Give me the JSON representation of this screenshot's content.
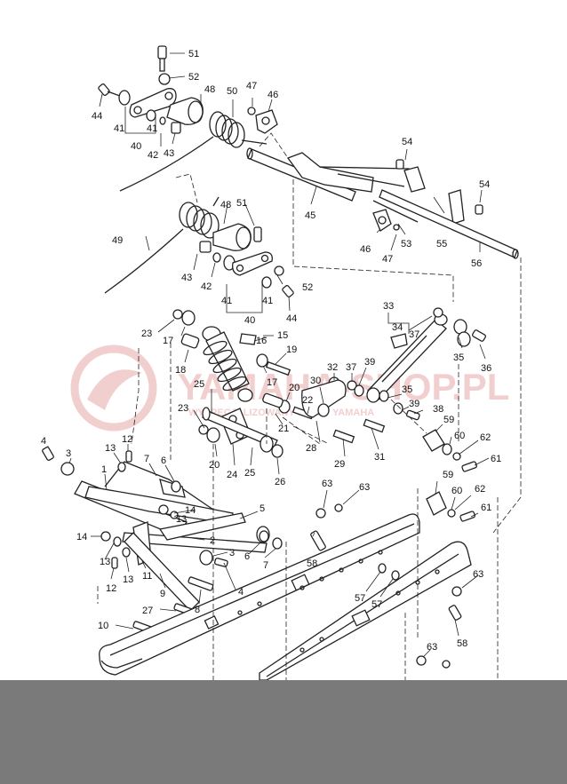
{
  "watermark": {
    "brand": "YAMAHA-SHOP.PL",
    "tagline": "WYSPECJALIZOWANY SKLEP YAMAHA",
    "color": "#e8a8a8"
  },
  "colors": {
    "line": "#222222",
    "bottom_bar": "#7a7a7a"
  },
  "callouts": [
    {
      "id": "51",
      "text": "51"
    },
    {
      "id": "52",
      "text": "52"
    },
    {
      "id": "44",
      "text": "44"
    },
    {
      "id": "41",
      "text": "41"
    },
    {
      "id": "48",
      "text": "48"
    },
    {
      "id": "50",
      "text": "50"
    },
    {
      "id": "47",
      "text": "47"
    },
    {
      "id": "46",
      "text": "46"
    },
    {
      "id": "40",
      "text": "40"
    },
    {
      "id": "41b",
      "text": "41"
    },
    {
      "id": "42",
      "text": "42"
    },
    {
      "id": "43",
      "text": "43"
    },
    {
      "id": "54",
      "text": "54"
    },
    {
      "id": "54b",
      "text": "54"
    },
    {
      "id": "45",
      "text": "45"
    },
    {
      "id": "46b",
      "text": "46"
    },
    {
      "id": "53",
      "text": "53"
    },
    {
      "id": "55",
      "text": "55"
    },
    {
      "id": "47b",
      "text": "47"
    },
    {
      "id": "56",
      "text": "56"
    },
    {
      "id": "48b",
      "text": "48"
    },
    {
      "id": "51b",
      "text": "51"
    },
    {
      "id": "49",
      "text": "49"
    },
    {
      "id": "43b",
      "text": "43"
    },
    {
      "id": "42b",
      "text": "42"
    },
    {
      "id": "52b",
      "text": "52"
    },
    {
      "id": "41c",
      "text": "41"
    },
    {
      "id": "41d",
      "text": "41"
    },
    {
      "id": "40b",
      "text": "40"
    },
    {
      "id": "44b",
      "text": "44"
    },
    {
      "id": "33",
      "text": "33"
    },
    {
      "id": "34",
      "text": "34"
    },
    {
      "id": "23",
      "text": "23"
    },
    {
      "id": "17",
      "text": "17"
    },
    {
      "id": "16",
      "text": "16"
    },
    {
      "id": "15",
      "text": "15"
    },
    {
      "id": "37",
      "text": "37"
    },
    {
      "id": "35",
      "text": "35"
    },
    {
      "id": "36",
      "text": "36"
    },
    {
      "id": "19",
      "text": "19"
    },
    {
      "id": "18",
      "text": "18"
    },
    {
      "id": "17b",
      "text": "17"
    },
    {
      "id": "32",
      "text": "32"
    },
    {
      "id": "37b",
      "text": "37"
    },
    {
      "id": "39",
      "text": "39"
    },
    {
      "id": "30",
      "text": "30"
    },
    {
      "id": "20",
      "text": "20"
    },
    {
      "id": "25",
      "text": "25"
    },
    {
      "id": "22",
      "text": "22"
    },
    {
      "id": "35b",
      "text": "35"
    },
    {
      "id": "39b",
      "text": "39"
    },
    {
      "id": "38",
      "text": "38"
    },
    {
      "id": "23b",
      "text": "23"
    },
    {
      "id": "21",
      "text": "21"
    },
    {
      "id": "59",
      "text": "59"
    },
    {
      "id": "28",
      "text": "28"
    },
    {
      "id": "31",
      "text": "31"
    },
    {
      "id": "60",
      "text": "60"
    },
    {
      "id": "62",
      "text": "62"
    },
    {
      "id": "20b",
      "text": "20"
    },
    {
      "id": "29",
      "text": "29"
    },
    {
      "id": "4",
      "text": "4"
    },
    {
      "id": "12",
      "text": "12"
    },
    {
      "id": "24",
      "text": "24"
    },
    {
      "id": "25b",
      "text": "25"
    },
    {
      "id": "26",
      "text": "26"
    },
    {
      "id": "61",
      "text": "61"
    },
    {
      "id": "3",
      "text": "3"
    },
    {
      "id": "13",
      "text": "13"
    },
    {
      "id": "7",
      "text": "7"
    },
    {
      "id": "6",
      "text": "6"
    },
    {
      "id": "63",
      "text": "63"
    },
    {
      "id": "63b",
      "text": "63"
    },
    {
      "id": "1",
      "text": "1"
    },
    {
      "id": "59b",
      "text": "59"
    },
    {
      "id": "60b",
      "text": "60"
    },
    {
      "id": "62b",
      "text": "62"
    },
    {
      "id": "14",
      "text": "14"
    },
    {
      "id": "13b",
      "text": "13"
    },
    {
      "id": "5",
      "text": "5"
    },
    {
      "id": "61b",
      "text": "61"
    },
    {
      "id": "14b",
      "text": "14"
    },
    {
      "id": "2",
      "text": "2"
    },
    {
      "id": "58",
      "text": "58"
    },
    {
      "id": "13c",
      "text": "13"
    },
    {
      "id": "3b",
      "text": "3"
    },
    {
      "id": "6b",
      "text": "6"
    },
    {
      "id": "12b",
      "text": "12"
    },
    {
      "id": "13d",
      "text": "13"
    },
    {
      "id": "11",
      "text": "11"
    },
    {
      "id": "4b",
      "text": "4"
    },
    {
      "id": "7b",
      "text": "7"
    },
    {
      "id": "57",
      "text": "57"
    },
    {
      "id": "63c",
      "text": "63"
    },
    {
      "id": "9",
      "text": "9"
    },
    {
      "id": "57b",
      "text": "57"
    },
    {
      "id": "8",
      "text": "8"
    },
    {
      "id": "27",
      "text": "27"
    },
    {
      "id": "58b",
      "text": "58"
    },
    {
      "id": "10",
      "text": "10"
    },
    {
      "id": "63d",
      "text": "63"
    }
  ]
}
